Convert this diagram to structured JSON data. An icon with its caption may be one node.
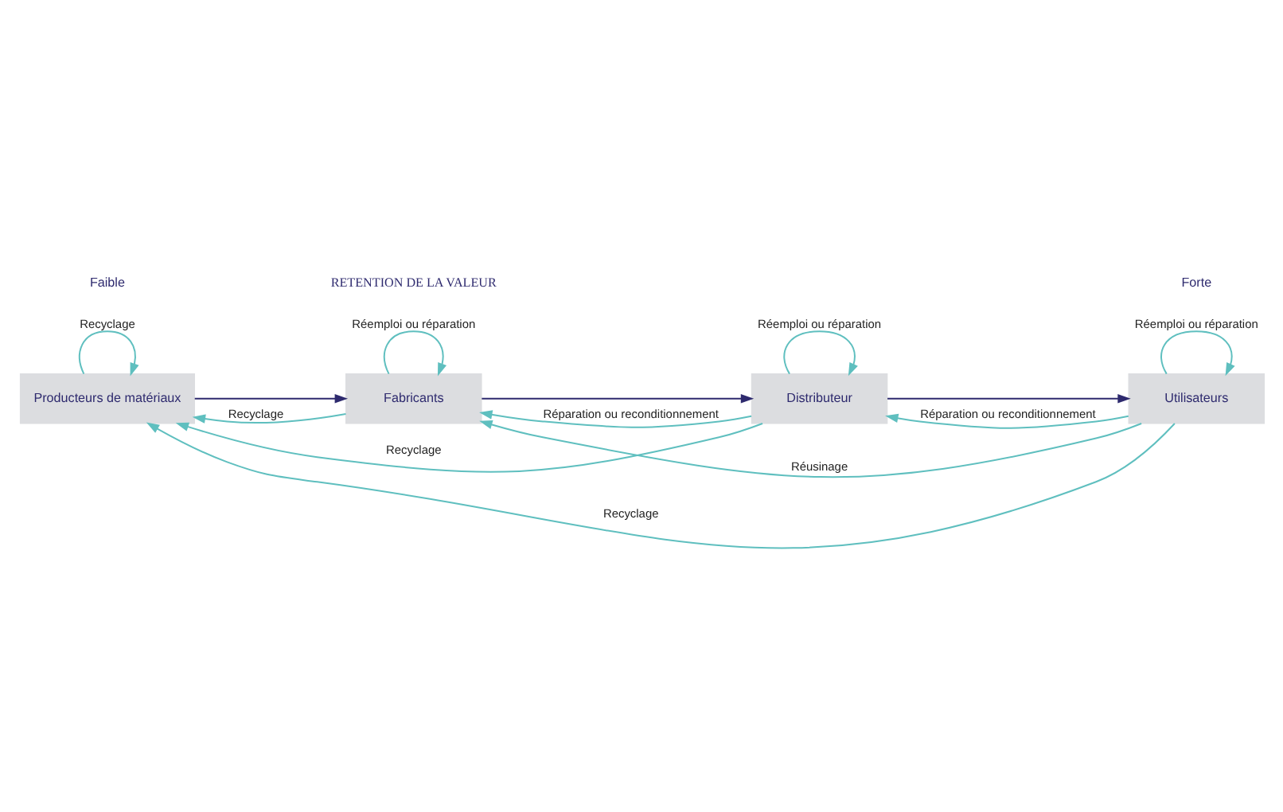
{
  "diagram": {
    "nodes": [
      {
        "text": [
          "Producteurs de matériaux"
        ]
      },
      {
        "text": [
          "Fabricants"
        ]
      },
      {
        "text": [
          "Distributeur"
        ]
      },
      {
        "text": [
          "Utilisateurs"
        ]
      }
    ],
    "edges": [
      {
        "from": 0,
        "to": 1,
        "arrow": "to",
        "color": "#2e2a6e"
      },
      {
        "from": 1,
        "to": 2,
        "arrow": "to",
        "color": "#2e2a6e"
      },
      {
        "from": 2,
        "to": 3,
        "arrow": "to",
        "color": "#2e2a6e"
      },
      {
        "from": 3,
        "to": 0,
        "label": "Recyclage",
        "arrow": "to"
      },
      {
        "from": 1,
        "to": 0,
        "label": "Recyclage",
        "arrow": "to"
      },
      {
        "from": 3,
        "to": 1,
        "label": "Réusinage",
        "arrow": "to"
      },
      {
        "from": 2,
        "to": 0,
        "label": "Recyclage",
        "arrow": "to"
      },
      {
        "from": 2,
        "to": 1,
        "label": "Réparation ou reconditionnement",
        "arrow": "to"
      },
      {
        "from": 3,
        "to": 2,
        "label": "Réparation ou reconditionnement",
        "arrow": "to"
      },
      {
        "from": 0,
        "to": 0,
        "label": "Recyclage",
        "arrow": "to"
      },
      {
        "from": 1,
        "to": 1,
        "label": "Réemploi ou réparation",
        "arrow": "to"
      },
      {
        "from": 2,
        "to": 2,
        "label": "Réemploi ou réparation",
        "arrow": "to"
      },
      {
        "from": 3,
        "to": 3,
        "label": "Réemploi ou réparation",
        "arrow": "to"
      }
    ],
    "labels": [
      "Faible",
      "RETENTION DE LA VALEUR",
      "Forte"
    ]
  }
}
